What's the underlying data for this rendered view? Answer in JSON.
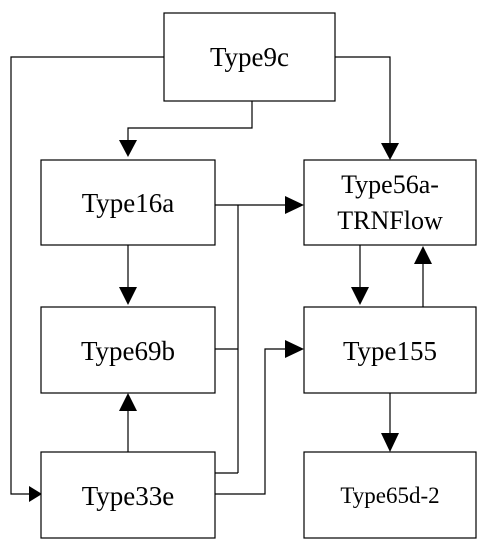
{
  "nodes": {
    "type9c": "Type9c",
    "type16a": "Type16a",
    "type56a_line1": "Type56a-",
    "type56a_line2": "TRNFlow",
    "type69b": "Type69b",
    "type155": "Type155",
    "type33e": "Type33e",
    "type65d2": "Type65d-2"
  },
  "colors": {
    "stroke": "#000000",
    "background": "#ffffff"
  }
}
